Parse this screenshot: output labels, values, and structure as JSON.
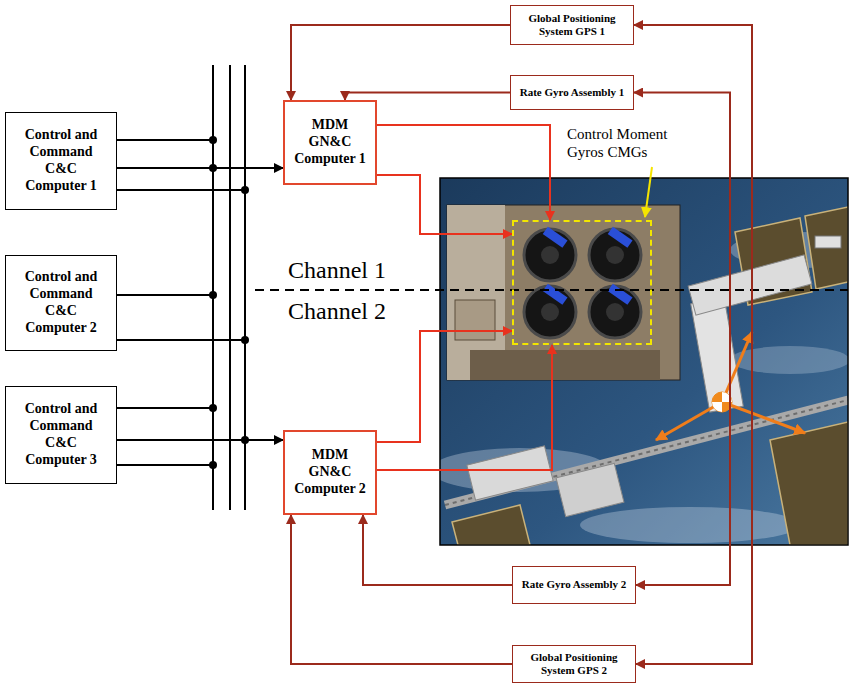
{
  "diagram": {
    "nodes": [
      {
        "text": [
          "Control and Command C&C Computer 1"
        ]
      },
      {
        "text": [
          "Control and Command C&C Computer 2"
        ]
      },
      {
        "text": [
          "Control and Command C&C Computer 3"
        ]
      },
      {
        "text": [
          "MDM GN&C Computer 1"
        ]
      },
      {
        "text": [
          "MDM GN&C Computer 2"
        ]
      },
      {
        "text": [
          "Global Positioning System GPS 1"
        ]
      },
      {
        "text": [
          "Rate Gyro Assembly 1"
        ]
      },
      {
        "text": [
          "Control Moment Gyros CMGs"
        ]
      },
      {
        "text": [
          "Rate Gyro Assembly 2"
        ]
      },
      {
        "text": [
          "Global Positioning System GPS 2"
        ]
      }
    ],
    "edges": [
      {
        "from": 5,
        "to": 3,
        "arrow": "to"
      },
      {
        "from": 6,
        "to": 3,
        "arrow": "to"
      },
      {
        "from": 8,
        "to": 4,
        "arrow": "to"
      },
      {
        "from": 9,
        "to": 4,
        "arrow": "to"
      },
      {
        "from": 3,
        "to": 7,
        "arrow": "to"
      },
      {
        "from": 3,
        "to": 7,
        "arrow": "to"
      },
      {
        "from": 4,
        "to": 7,
        "arrow": "to"
      },
      {
        "from": 4,
        "to": 7,
        "arrow": "to"
      },
      {
        "from": 5,
        "to": 9,
        "arrow": "both"
      },
      {
        "from": 6,
        "to": 8,
        "arrow": "both"
      }
    ],
    "labels": [
      "Channel 1",
      "Channel 2"
    ]
  }
}
